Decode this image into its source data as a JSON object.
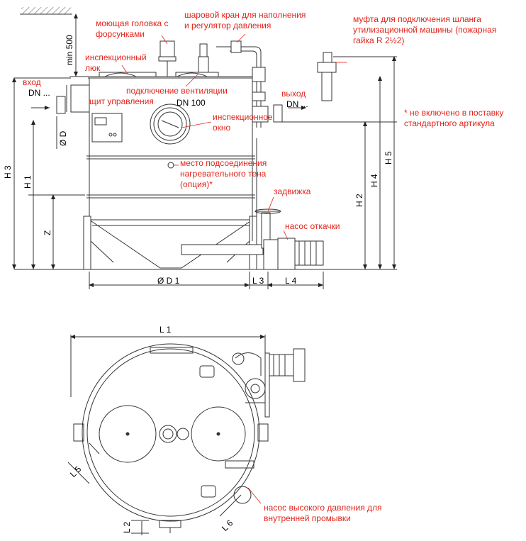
{
  "red_labels": {
    "washing_head": "моющая головка с\nфорсунками",
    "ball_valve": "шаровой кран для наполнения\nи регулятор давления",
    "coupling": "муфта для подключения шланга\nутилизационной машины (пожарная\nгайка R 2½2)",
    "inspection_hatch": "инспекционный\nлюк",
    "ventilation": "подключение вентиляции",
    "control_panel": "щит управления",
    "inlet": "вход",
    "outlet": "выход",
    "not_included": "* не включено в поставку\nстандартного артикула",
    "inspection_window": "инспекционное\nокно",
    "heater": "место подсоединения\nнагревательного тена\n(опция)*",
    "gate_valve": "задвижка",
    "drain_pump": "насос откачки",
    "hp_pump": "насос высокого давления для\nвнутренней промывки"
  },
  "dims": {
    "min500": "min 500",
    "dn_in": "DN ...",
    "dn_out": "DN ...",
    "dn100": "DN 100",
    "od": "Ø D",
    "od1": "Ø D 1",
    "h1": "H 1",
    "h2": "H 2",
    "h3": "H 3",
    "h4": "H 4",
    "h5": "H 5",
    "z": "Z",
    "l1": "L 1",
    "l2": "L 2",
    "l3": "L 3",
    "l4": "L 4",
    "l5": "L 5",
    "l6": "L 6"
  },
  "colors": {
    "annotation": "#e2231a",
    "line": "#333333"
  }
}
